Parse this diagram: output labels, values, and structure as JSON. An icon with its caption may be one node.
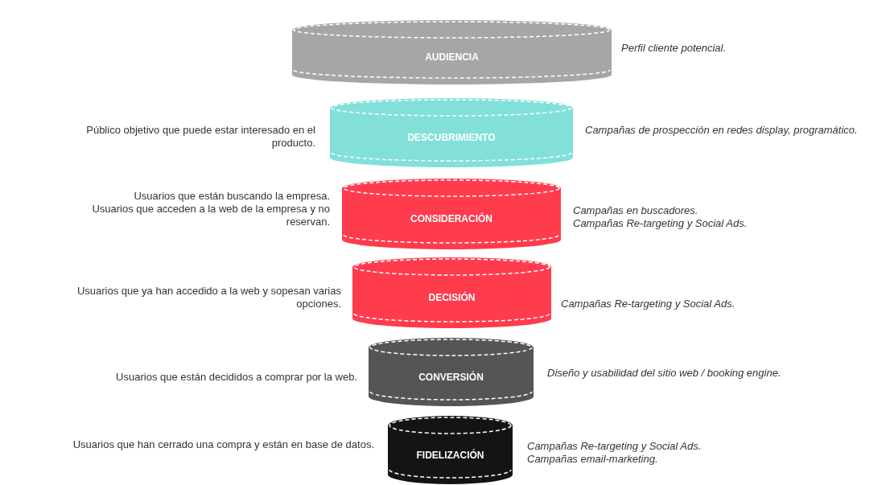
{
  "diagram": {
    "nodes": [
      {
        "text": [
          "AUDIENCIA"
        ],
        "beside": [
          "Perfil cliente potencial."
        ]
      },
      {
        "text": [
          "DESCUBRIMIENTO"
        ],
        "beside": [
          "Público objetivo que puede estar interesado en el producto.",
          "Campañas de prospección en redes display, programático."
        ]
      },
      {
        "text": [
          "CONSIDERACIÓN"
        ],
        "beside": [
          "Usuarios que están buscando la empresa. Usuarios que acceden a la web de la empresa y no reservan.",
          "Campañas en buscadores.",
          "Campañas Re-targeting y Social Ads."
        ]
      },
      {
        "text": [
          "DECISIÓN"
        ],
        "beside": [
          "Usuarios que ya han accedido a la web y sopesan varias opciones.",
          "Campañas Re-targeting y Social Ads."
        ]
      },
      {
        "text": [
          "CONVERSIÓN"
        ],
        "beside": [
          "Usuarios que están decididos a comprar por la web.",
          "Diseño y usabilidad del sitio web / booking engine."
        ]
      },
      {
        "text": [
          "FIDELIZACIÓN"
        ],
        "beside": [
          "Usuarios que han cerrado una compra y están en base de datos.",
          "Campañas Re-targeting y Social Ads.",
          "Campañas email-marketing."
        ]
      }
    ]
  }
}
